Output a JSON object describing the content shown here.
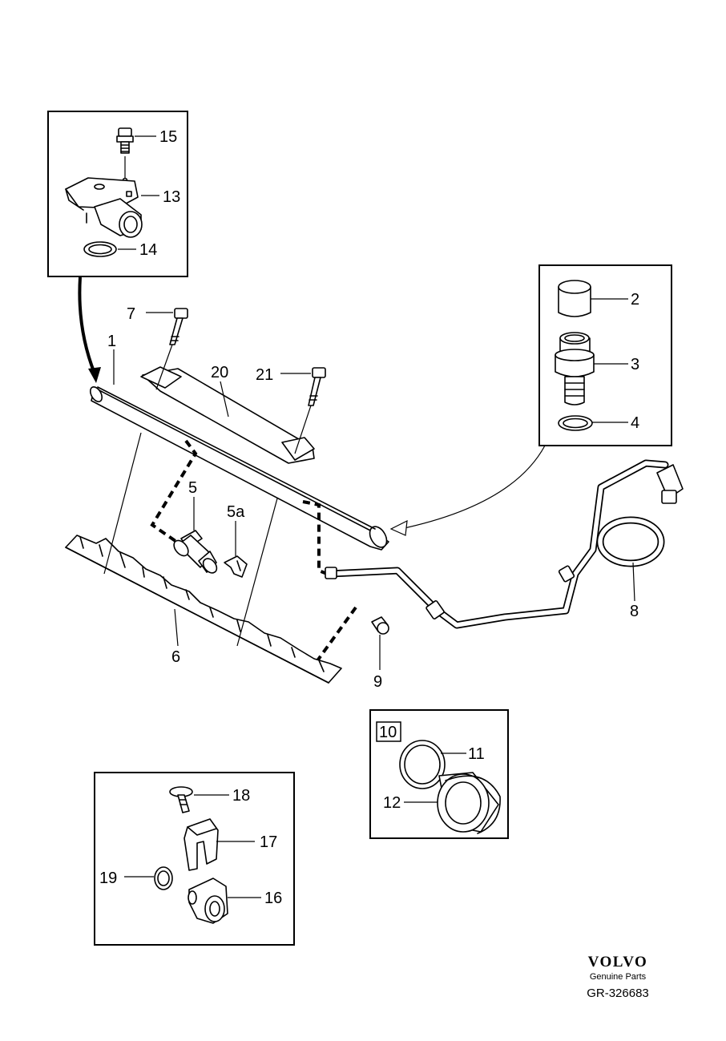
{
  "diagram": {
    "labels": {
      "p1": "1",
      "p2": "2",
      "p3": "3",
      "p4": "4",
      "p5": "5",
      "p5a": "5a",
      "p6": "6",
      "p7": "7",
      "p8": "8",
      "p9": "9",
      "p10": "10",
      "p11": "11",
      "p12": "12",
      "p13": "13",
      "p14": "14",
      "p15": "15",
      "p16": "16",
      "p17": "17",
      "p18": "18",
      "p19": "19",
      "p20": "20",
      "p21": "21"
    }
  },
  "brand": {
    "logo": "VOLVO",
    "subtitle": "Genuine Parts",
    "diagram_code": "GR-326683"
  }
}
